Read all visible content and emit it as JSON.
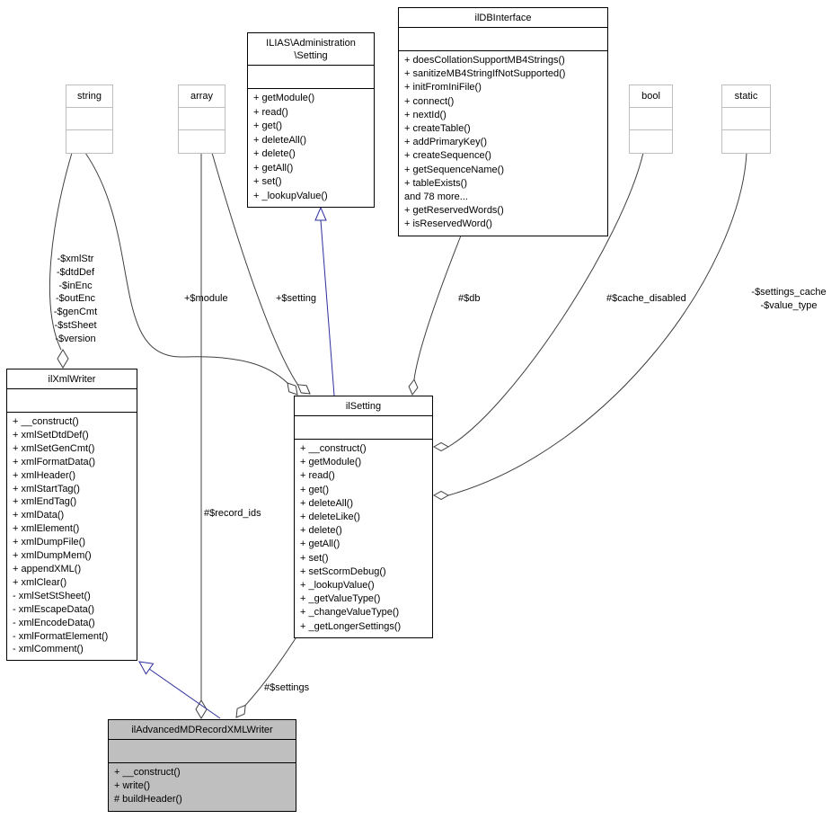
{
  "diagram": {
    "subject": "ilAdvancedMDRecordXMLWriter",
    "type": "collaboration-diagram",
    "colors": {
      "edge": "#404040",
      "generalization": "#2e2e9e",
      "class_border": "#000000",
      "type_box_border": "#bebebe",
      "subject_fill": "#bfbfbf",
      "background": "#ffffff"
    }
  },
  "classes": {
    "string_type": {
      "title": "string"
    },
    "array_type": {
      "title": "array"
    },
    "bool_type": {
      "title": "bool"
    },
    "static_type": {
      "title": "static"
    },
    "ilias_setting": {
      "title_line1": "ILIAS\\Administration",
      "title_line2": "\\Setting",
      "methods": [
        "+ getModule()",
        "+ read()",
        "+ get()",
        "+ deleteAll()",
        "+ delete()",
        "+ getAll()",
        "+ set()",
        "+ _lookupValue()"
      ]
    },
    "ildbinterface": {
      "title": "ilDBInterface",
      "methods": [
        "+ doesCollationSupportMB4Strings()",
        "+ sanitizeMB4StringIfNotSupported()",
        "+ initFromIniFile()",
        "+ connect()",
        "+ nextId()",
        "+ createTable()",
        "+ addPrimaryKey()",
        "+ createSequence()",
        "+ getSequenceName()",
        "+ tableExists()",
        "and 78 more...",
        "+ getReservedWords()",
        "+ isReservedWord()"
      ]
    },
    "ilxmlwriter": {
      "title": "ilXmlWriter",
      "methods": [
        "+ __construct()",
        "+ xmlSetDtdDef()",
        "+ xmlSetGenCmt()",
        "+ xmlFormatData()",
        "+ xmlHeader()",
        "+ xmlStartTag()",
        "+ xmlEndTag()",
        "+ xmlData()",
        "+ xmlElement()",
        "+ xmlDumpFile()",
        "+ xmlDumpMem()",
        "+ appendXML()",
        "+ xmlClear()",
        "- xmlSetStSheet()",
        "- xmlEscapeData()",
        "- xmlEncodeData()",
        "- xmlFormatElement()",
        "- xmlComment()"
      ]
    },
    "ilsetting": {
      "title": "ilSetting",
      "methods": [
        "+ __construct()",
        "+ getModule()",
        "+ read()",
        "+ get()",
        "+ deleteAll()",
        "+ deleteLike()",
        "+ delete()",
        "+ getAll()",
        "+ set()",
        "+ setScormDebug()",
        "+ _lookupValue()",
        "+ _getValueType()",
        "+ _changeValueType()",
        "+ _getLongerSettings()"
      ]
    },
    "main": {
      "title": "ilAdvancedMDRecordXMLWriter",
      "methods": [
        "+ __construct()",
        "+ write()",
        "# buildHeader()"
      ]
    }
  },
  "edges": {
    "string_to_ilxmlwriter": {
      "labels": [
        "-$xmlStr",
        "-$dtdDef",
        "-$inEnc",
        "-$outEnc",
        "-$genCmt",
        "-$stSheet",
        "-$version"
      ]
    },
    "string_to_ilsetting": {
      "label": "+$module"
    },
    "array_to_ilsetting": {
      "label": "+$setting"
    },
    "array_to_main": {
      "label": "#$record_ids"
    },
    "ildb_to_ilsetting": {
      "label": "#$db"
    },
    "bool_to_ilsetting": {
      "label": "#$cache_disabled"
    },
    "static_to_ilsetting": {
      "labels": [
        "-$settings_cache",
        "-$value_type"
      ]
    },
    "ilsetting_to_main": {
      "label": "#$settings"
    }
  }
}
